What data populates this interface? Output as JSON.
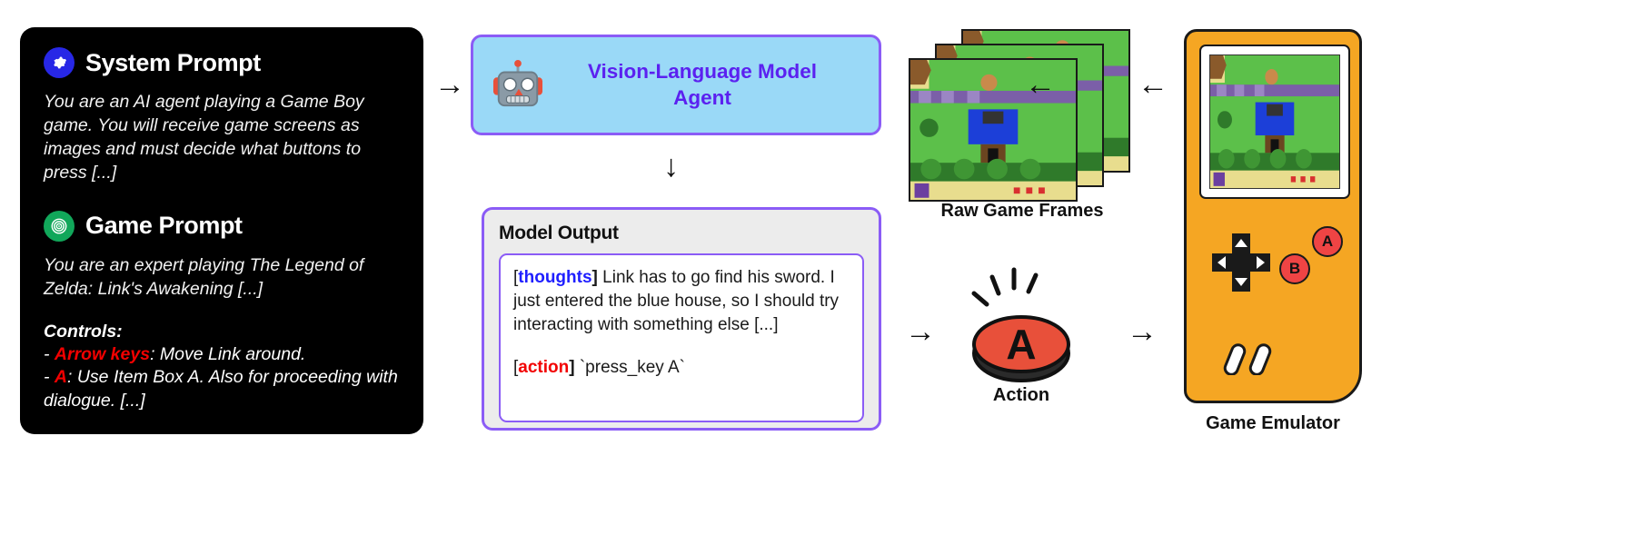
{
  "prompt_panel": {
    "system": {
      "icon": "gear-icon",
      "badge_color": "#2727e6",
      "title": "System Prompt",
      "body": "You are an AI agent playing a Game Boy game. You will receive game screens as images and must decide what buttons to press [...]"
    },
    "game": {
      "icon": "spiral-target-icon",
      "badge_color": "#11a75a",
      "title": "Game Prompt",
      "body": "You are an expert playing The Legend of Zelda: Link's Awakening [...]",
      "controls_heading": "Controls:",
      "controls": [
        {
          "prefix": "- ",
          "key": "Arrow keys",
          "desc": ": Move Link around."
        },
        {
          "prefix": "- ",
          "key": "A",
          "desc": ": Use Item Box A. Also for proceeding with dialogue. [...]"
        }
      ]
    }
  },
  "vlm": {
    "icon": "robot-icon",
    "label": "Vision-Language Model Agent",
    "accent": "#5b21f0",
    "fill": "#9ad9f7"
  },
  "model_output": {
    "title": "Model Output",
    "thoughts_tag": "thoughts",
    "thoughts_text": " Link has to go find his sword. I just entered the blue house, so I should try interacting with something else [...]",
    "action_tag": "action",
    "action_text": " `press_key A`",
    "bracket_open": "[",
    "bracket_close": "]",
    "thoughts_color": "#1f1fff",
    "action_color": "#f20000"
  },
  "frames": {
    "label": "Raw Game Frames",
    "count": 3
  },
  "action": {
    "label": "Action",
    "button_letter": "A",
    "button_color": "#ef4444"
  },
  "emulator": {
    "label": "Game Emulator",
    "shell_color": "#f5a623",
    "buttons": {
      "a": "A",
      "b": "B"
    }
  },
  "arrows": {
    "prompt_to_vlm": "→",
    "vlm_to_output": "↓",
    "frames_to_vlm": "←",
    "emulator_to_frames": "←",
    "output_to_action": "→",
    "action_to_emulator": "→"
  }
}
